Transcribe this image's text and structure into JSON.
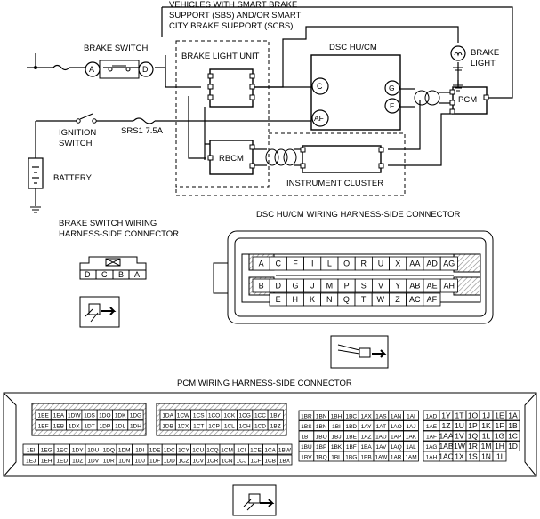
{
  "wiring": {
    "note_lines": [
      "VEHICLES WITH SMART BRAKE",
      "SUPPORT (SBS) AND/OR SMART",
      "CITY BRAKE SUPPORT (SCBS)"
    ],
    "brake_switch": "BRAKE SWITCH",
    "brake_switch_pins": [
      "A",
      "D"
    ],
    "brake_light_unit": "BRAKE LIGHT UNIT",
    "dsc": "DSC HU/CM",
    "dsc_pins": [
      "C",
      "AF",
      "G",
      "F"
    ],
    "brake_light": [
      "BRAKE",
      "LIGHT"
    ],
    "pcm": "PCM",
    "ignition_switch": [
      "IGNITION",
      "SWITCH"
    ],
    "fuse": "SRS1 7.5A",
    "battery": "BATTERY",
    "rbcm": "RBCM",
    "instrument_cluster": "INSTRUMENT CLUSTER"
  },
  "brake_switch_connector": {
    "title_lines": [
      "BRAKE SWITCH WIRING",
      "HARNESS-SIDE CONNECTOR"
    ],
    "pins": [
      "D",
      "C",
      "B",
      "A"
    ]
  },
  "dsc_connector": {
    "title": "DSC HU/CM WIRING HARNESS-SIDE CONNECTOR",
    "row1": [
      "A",
      "C",
      "F",
      "I",
      "L",
      "O",
      "R",
      "U",
      "X",
      "AA",
      "AD",
      "AG"
    ],
    "row2": [
      "B",
      "D",
      "G",
      "J",
      "M",
      "P",
      "S",
      "V",
      "Y",
      "AB",
      "AE",
      "AH"
    ],
    "row3": [
      "E",
      "H",
      "K",
      "N",
      "Q",
      "T",
      "W",
      "Z",
      "AC",
      "AF"
    ]
  },
  "pcm_connector": {
    "title": "PCM WIRING HARNESS-SIDE CONNECTOR",
    "g1_r1": [
      "1EE",
      "1EA",
      "1DW",
      "1DS",
      "1DO",
      "1DK",
      "1DG"
    ],
    "g1_r2": [
      "1EF",
      "1EB",
      "1DX",
      "1DT",
      "1DP",
      "1DL",
      "1DH"
    ],
    "g1_r3": [
      "1EI",
      "1EG",
      "1EC",
      "1DY",
      "1DU",
      "1DQ",
      "1DM",
      "1DI"
    ],
    "g1_r4": [
      "1EJ",
      "1EH",
      "1ED",
      "1DZ",
      "1DV",
      "1DR",
      "1DN",
      "1DJ"
    ],
    "g2_r1": [
      "1DA",
      "1CW",
      "1CS",
      "1CO",
      "1CK",
      "1CG",
      "1CC",
      "1BY"
    ],
    "g2_r2": [
      "1DB",
      "1CX",
      "1CT",
      "1CP",
      "1CL",
      "1CH",
      "1CD",
      "1BZ"
    ],
    "g2_r3": [
      "1DE",
      "1DC",
      "1CY",
      "1CU",
      "1CQ",
      "1CM",
      "1CI",
      "1CE",
      "1CA",
      "1BW"
    ],
    "g2_r4": [
      "1DF",
      "1DD",
      "1CZ",
      "1CV",
      "1CR",
      "1CN",
      "1CJ",
      "1CF",
      "1CB",
      "1BX"
    ],
    "g3": [
      [
        "1BR",
        "1BN",
        "1BH",
        "1BC",
        "1AX",
        "1AS",
        "1AN",
        "1AI"
      ],
      [
        "1BS",
        "1BN",
        "1BI",
        "1BD",
        "1AY",
        "1AT",
        "1AO",
        "1AJ"
      ],
      [
        "1BT",
        "1BO",
        "1BJ",
        "1BE",
        "1AZ",
        "1AU",
        "1AP",
        "1AK"
      ],
      [
        "1BU",
        "1BP",
        "1BK",
        "1BF",
        "1BA",
        "1AV",
        "1AQ",
        "1AL"
      ],
      [
        "1BV",
        "1BQ",
        "1BL",
        "1BG",
        "1BB",
        "1AW",
        "1AR",
        "1AM"
      ]
    ],
    "g4": [
      [
        "1AD",
        "1Y",
        "1T",
        "1O",
        "1J",
        "1E",
        "1A"
      ],
      [
        "1AE",
        "1Z",
        "1U",
        "1P",
        "1K",
        "1F",
        "1B"
      ],
      [
        "1AF",
        "1AA",
        "1V",
        "1Q",
        "1L",
        "1G",
        "1C"
      ],
      [
        "1AG",
        "1AB",
        "1W",
        "1R",
        "1M",
        "1H",
        "1D"
      ],
      [
        "1AH",
        "1AC",
        "1X",
        "1S",
        "1N",
        "1I",
        ""
      ]
    ]
  }
}
